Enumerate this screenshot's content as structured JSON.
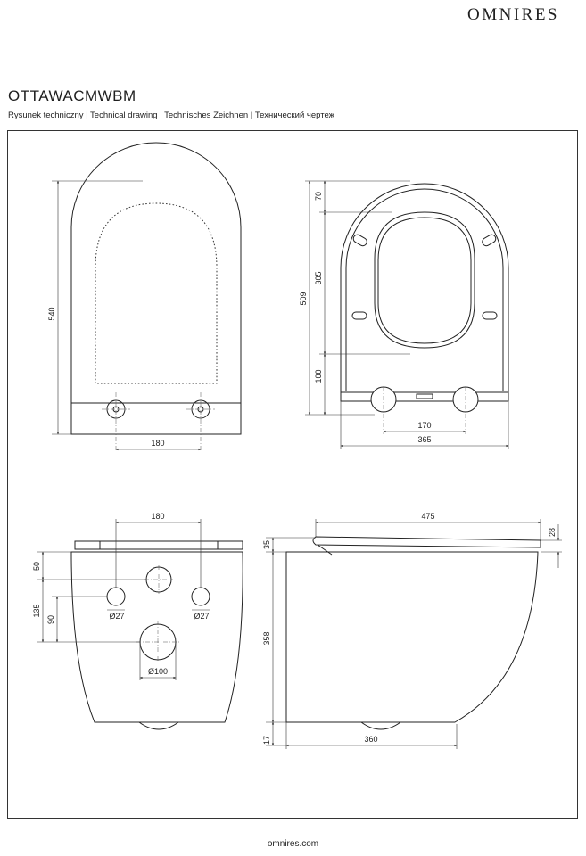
{
  "header": {
    "brand": "OMNIRES",
    "model": "OTTAWACMWBM",
    "subtitle": "Rysunek techniczny | Technical drawing | Technisches Zeichnen | Технический чертеж"
  },
  "dimensions": {
    "top_view": {
      "length": "540",
      "spacing": "180"
    },
    "seat_view": {
      "top_offset": "70",
      "seat_inner": "305",
      "total_length": "509",
      "rear_offset": "100",
      "fixing_spacing": "170",
      "width": "365"
    },
    "front_view": {
      "fixing_spacing": "180",
      "top_offset": "50",
      "inlet_height": "135",
      "fixing_height": "90",
      "fixing_diameter_left": "Ø27",
      "fixing_diameter_right": "Ø27",
      "outlet_diameter": "Ø100"
    },
    "side_view": {
      "total_length": "475",
      "seat_height": "28",
      "top_offset": "35",
      "body_height": "358",
      "bottom_offset": "17",
      "depth": "360"
    }
  },
  "footer": {
    "website": "omnires.com"
  }
}
